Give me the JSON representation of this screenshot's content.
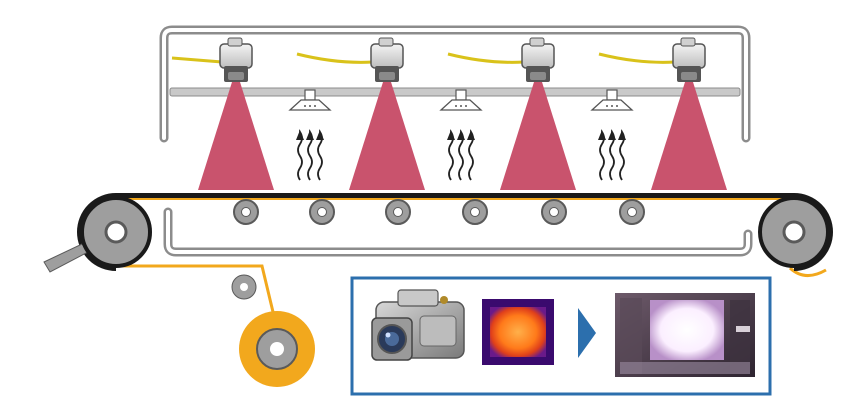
{
  "diagram": {
    "heater_count": 4,
    "vent_count": 3,
    "idler_roller_count": 6,
    "heat_wave_groups": 3,
    "colors": {
      "frame": "#8c8c8c",
      "frame_inner": "#ffffff",
      "beam": "#c9c9c9",
      "belt": "#1a1a1a",
      "web": "#f2a81d",
      "roller": "#9e9e9e",
      "roller_dark": "#5a5a5a",
      "ir_cone": "#c9536d",
      "heater_body": "#e8e8e8",
      "heater_dark": "#555555",
      "cable": "#d9c21a",
      "inset_border": "#2c6fad",
      "arrow": "#2c6fad",
      "thermal_outer": "#3a0a6e",
      "thermal_inner": "#ff7a1a",
      "camera_view_bg": "#4a3a48",
      "camera_view_glow": "#ffffff"
    }
  },
  "inset": {
    "device_icon": "ir-emitter-device-icon",
    "thermal_icon": "thermal-image-icon",
    "arrow_icon": "chevron-right-icon",
    "photo_icon": "glowing-panel-photo-icon"
  }
}
